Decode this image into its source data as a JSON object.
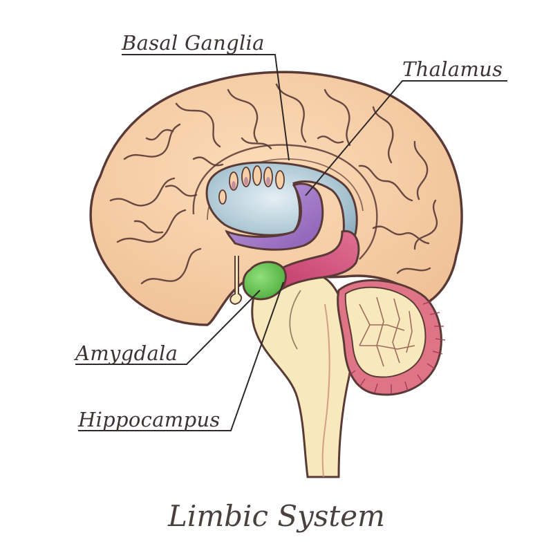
{
  "diagram": {
    "title": "Limbic System",
    "labels": {
      "basal_ganglia": "Basal Ganglia",
      "thalamus": "Thalamus",
      "amygdala": "Amygdala",
      "hippocampus": "Hippocampus"
    }
  },
  "colors": {
    "outline": "#5a3a36",
    "cortex": "#f6cfa6",
    "sulcus": "#e5b488",
    "basal_ganglia": "#b3ccd8",
    "thalamus": "#a27ac6",
    "hippocampus": "#d04f7c",
    "amygdala": "#66c550",
    "brainstem": "#f8e9bc",
    "cerebellum_outer": "#e07487",
    "cerebellum_inner": "#f8e9bc",
    "text": "#3d3333"
  }
}
